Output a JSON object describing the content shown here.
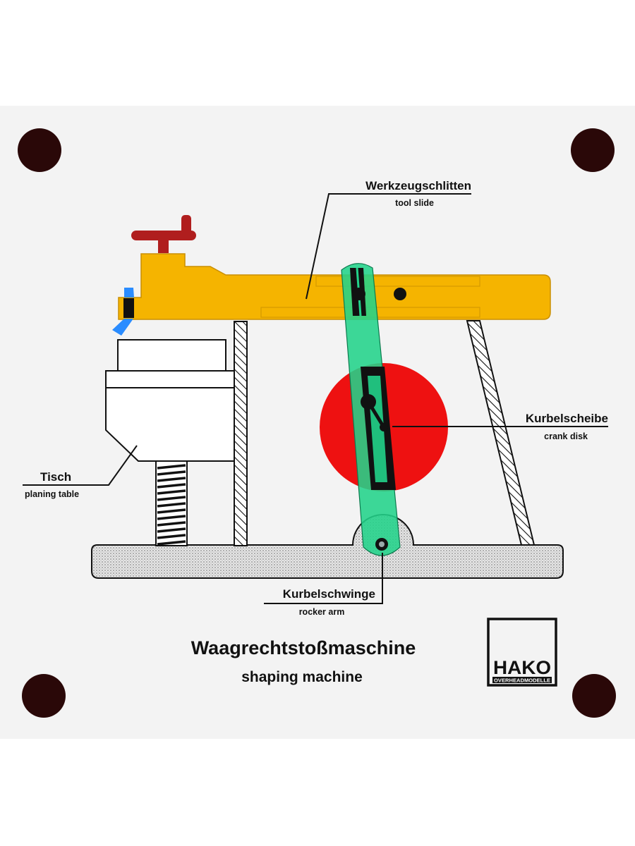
{
  "labels": {
    "tool_slide": {
      "de": "Werkzeugschlitten",
      "en": "tool slide"
    },
    "crank_disk": {
      "de": "Kurbelscheibe",
      "en": "crank disk"
    },
    "table": {
      "de": "Tisch",
      "en": "planing table"
    },
    "rocker_arm": {
      "de": "Kurbelschwinge",
      "en": "rocker arm"
    }
  },
  "title": {
    "de": "Waagrechtstoßmaschine",
    "en": "shaping machine"
  },
  "logo": {
    "brand": "HAKO",
    "sub": "OVERHEADMODELLE"
  },
  "colors": {
    "board": "#f3f3f3",
    "slide": "#f5b400",
    "crank_disk": "#ee1111",
    "rocker_arm": "#22d38a",
    "handle": "#b01e1e",
    "tool": "#2a8cff",
    "mount_hole": "#2a0808"
  }
}
